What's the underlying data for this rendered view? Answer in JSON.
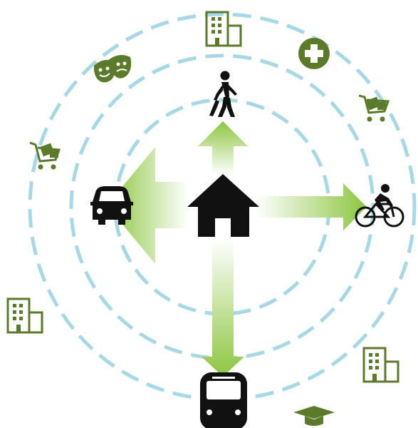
{
  "colors": {
    "ring": "#a7d8e6",
    "arrow_green": "#8cc63f",
    "arrow_fade": "#ffffff",
    "icon_green": "#5b7a2a",
    "icon_dark": "#111111"
  },
  "center": {
    "icon": "home-icon"
  },
  "transport_modes": [
    {
      "icon": "walking-icon",
      "direction": "up"
    },
    {
      "icon": "bicycle-icon",
      "direction": "right"
    },
    {
      "icon": "bus-icon",
      "direction": "down"
    },
    {
      "icon": "car-icon",
      "direction": "left"
    }
  ],
  "amenities": [
    {
      "icon": "office-building-icon",
      "ring": 3
    },
    {
      "icon": "hospital-icon",
      "ring": 3
    },
    {
      "icon": "theatre-masks-icon",
      "ring": 2
    },
    {
      "icon": "shopping-cart-icon",
      "ring": 3
    },
    {
      "icon": "shopping-cart-icon",
      "ring": 3
    },
    {
      "icon": "office-building-icon",
      "ring": 3
    },
    {
      "icon": "office-building-icon",
      "ring": 3
    },
    {
      "icon": "graduation-cap-icon",
      "ring": 3
    }
  ],
  "rings": 3
}
